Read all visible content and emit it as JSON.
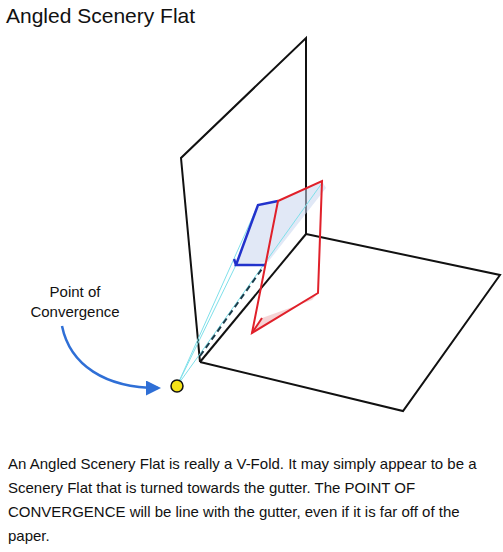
{
  "diagram": {
    "title": "Angled Scenery Flat",
    "caption": "An Angled Scenery Flat is really a V-Fold. It may simply appear to be a Scenery Flat that is turned towards the gutter. The POINT OF CONVERGENCE will be line with the gutter, even if it is far off of the paper.",
    "labels": [
      "Point of Convergence"
    ]
  }
}
